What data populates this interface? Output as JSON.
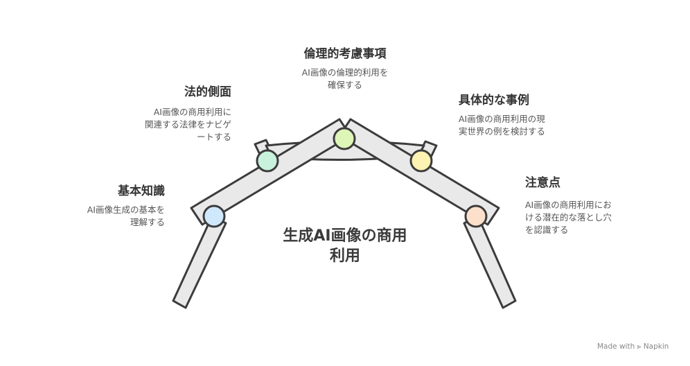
{
  "center": {
    "title": "生成AI画像の商用\n利用"
  },
  "items": [
    {
      "title": "基本知識",
      "description": "AI画像生成の基本を\n理解する",
      "color": "#cfe8fb"
    },
    {
      "title": "法的側面",
      "description": "AI画像の商用利用に\n関連する法律をナビゲ\nートする",
      "color": "#c8f2dc"
    },
    {
      "title": "倫理的考慮事項",
      "description": "AI画像の倫理的利用を\n確保する",
      "color": "#def5b8"
    },
    {
      "title": "具体的な事例",
      "description": "AI画像の商用利用の現\n実世界の例を検討する",
      "color": "#fdf3b2"
    },
    {
      "title": "注意点",
      "description": "AI画像の商用利用にお\nける潜在的な落とし穴\nを認識する",
      "color": "#fde0cc"
    }
  ],
  "footer": {
    "watermark": "Made with ⪢ Napkin"
  }
}
